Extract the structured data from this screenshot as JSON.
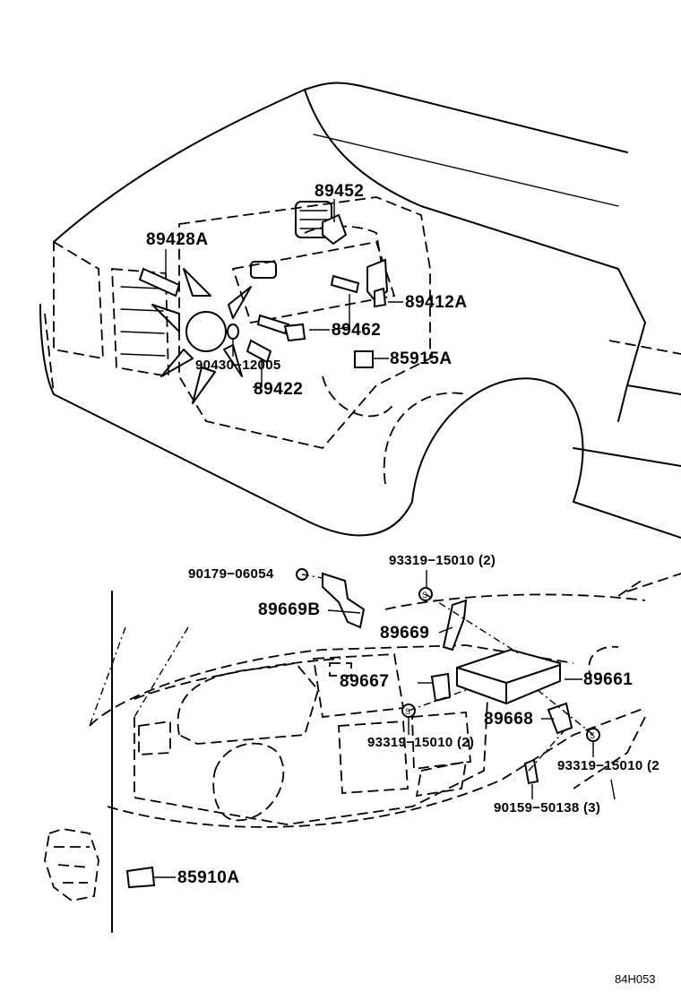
{
  "diagram_ref": "84H053",
  "parts": {
    "p89452": "89452",
    "p89428A": "89428A",
    "p89412A": "89412A",
    "p89462": "89462",
    "p90430": "90430−12005",
    "p85915A": "85915A",
    "p89422": "89422",
    "p90179": "90179−06054",
    "p93319_top": "93319−15010 (2)",
    "p89669B": "89669B",
    "p89669": "89669",
    "p89667": "89667",
    "p89661": "89661",
    "p89668": "89668",
    "p93319_mid": "93319−15010 (2)",
    "p93319_right": "93319−15010 (2",
    "p90159": "90159−50138 (3)",
    "p85910A": "85910A"
  }
}
